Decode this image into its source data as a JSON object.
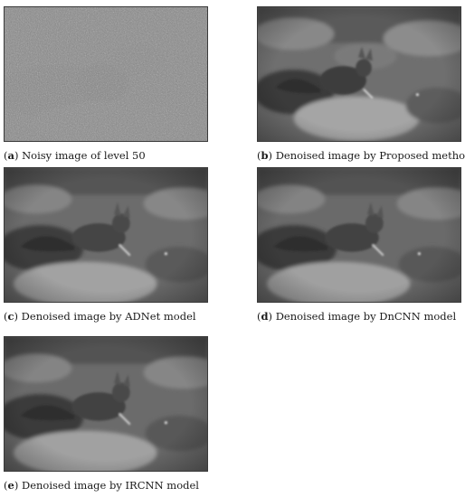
{
  "figure": {
    "panels": [
      {
        "id": "a",
        "label_letter": "a",
        "caption_text": " Noisy image of level 50"
      },
      {
        "id": "b",
        "label_letter": "b",
        "caption_text": " Denoised image by Proposed method"
      },
      {
        "id": "c",
        "label_letter": "c",
        "caption_text": " Denoised image by ADNet model"
      },
      {
        "id": "d",
        "label_letter": "d",
        "caption_text": " Denoised image by DnCNN model"
      },
      {
        "id": "e",
        "label_letter": "e",
        "caption_text": " Denoised image by IRCNN model"
      }
    ]
  }
}
